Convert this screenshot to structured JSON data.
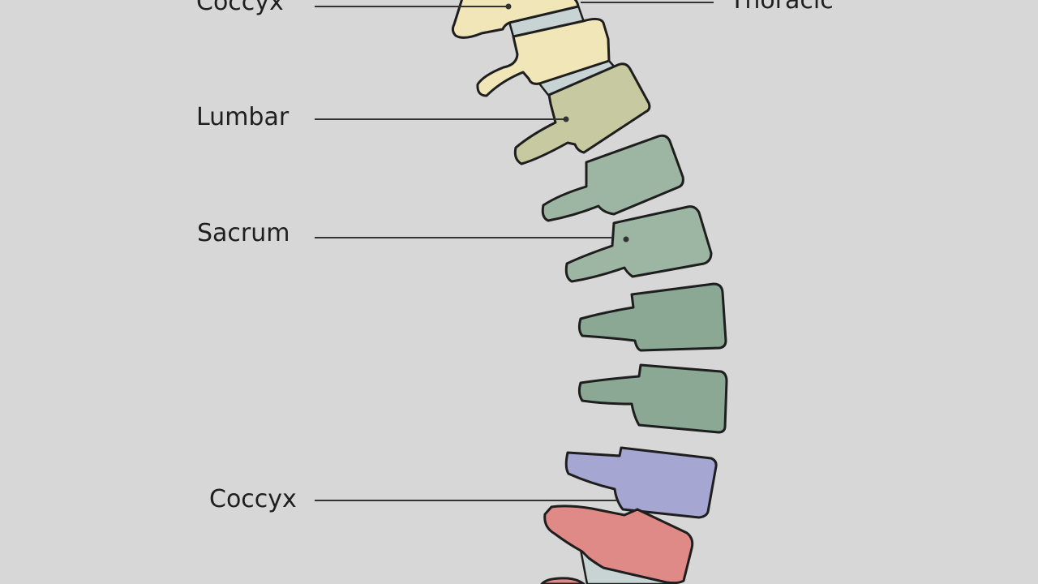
{
  "labels": {
    "top_left": "Coccyx",
    "top_right": "Thoracic",
    "lumbar": "Lumbar",
    "sacrum": "Sacrum",
    "coccyx": "Coccyx"
  },
  "colors": {
    "background": "#d7d7d7",
    "outline": "#1e1e1e",
    "disc": "#c8d3d3",
    "cream": "#f1e6b7",
    "olive": "#c7c9a0",
    "sage": "#9db5a3",
    "green": "#8aa894",
    "lavender": "#a6a6d2",
    "salmon": "#e08a88",
    "leader": "#333333"
  }
}
